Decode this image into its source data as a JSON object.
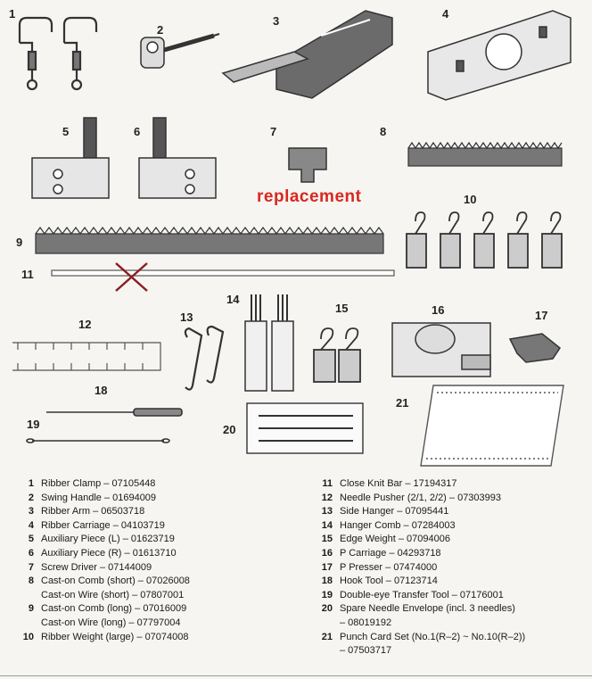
{
  "numbers": [
    "1",
    "2",
    "3",
    "4",
    "5",
    "6",
    "7",
    "8",
    "9",
    "10",
    "11",
    "12",
    "13",
    "14",
    "15",
    "16",
    "17",
    "18",
    "19",
    "20",
    "21"
  ],
  "overlay_label": "replacement",
  "overlay_color": "#d8281f",
  "cross_color": "#8a1f24",
  "parts_left": [
    {
      "no": "1",
      "text": "Ribber Clamp – 07105448"
    },
    {
      "no": "2",
      "text": "Swing Handle – 01694009"
    },
    {
      "no": "3",
      "text": "Ribber Arm – 06503718"
    },
    {
      "no": "4",
      "text": "Ribber Carriage – 04103719"
    },
    {
      "no": "5",
      "text": "Auxiliary Piece (L) – 01623719"
    },
    {
      "no": "6",
      "text": "Auxiliary Piece (R) – 01613710"
    },
    {
      "no": "7",
      "text": "Screw Driver – 07144009"
    },
    {
      "no": "8",
      "text": "Cast-on Comb (short) – 07026008"
    },
    {
      "no": "",
      "text": "Cast-on Wire (short) – 07807001"
    },
    {
      "no": "9",
      "text": "Cast-on Comb (long) – 07016009"
    },
    {
      "no": "",
      "text": "Cast-on Wire (long) – 07797004"
    },
    {
      "no": "10",
      "text": "Ribber Weight (large) – 07074008"
    }
  ],
  "parts_right": [
    {
      "no": "11",
      "text": "Close Knit Bar – 17194317"
    },
    {
      "no": "12",
      "text": "Needle Pusher (2/1, 2/2) – 07303993"
    },
    {
      "no": "13",
      "text": "Side Hanger – 07095441"
    },
    {
      "no": "14",
      "text": "Hanger Comb – 07284003"
    },
    {
      "no": "15",
      "text": "Edge Weight – 07094006"
    },
    {
      "no": "16",
      "text": "P Carriage – 04293718"
    },
    {
      "no": "17",
      "text": "P Presser – 07474000"
    },
    {
      "no": "18",
      "text": "Hook Tool – 07123714"
    },
    {
      "no": "19",
      "text": "Double-eye Transfer Tool – 07176001"
    },
    {
      "no": "20",
      "text": "Spare Needle Envelope (incl. 3 needles)"
    },
    {
      "no": "",
      "text": "– 08019192"
    },
    {
      "no": "21",
      "text": "Punch Card Set (No.1(R–2) ~ No.10(R–2))"
    },
    {
      "no": "",
      "text": "– 07503717"
    }
  ]
}
